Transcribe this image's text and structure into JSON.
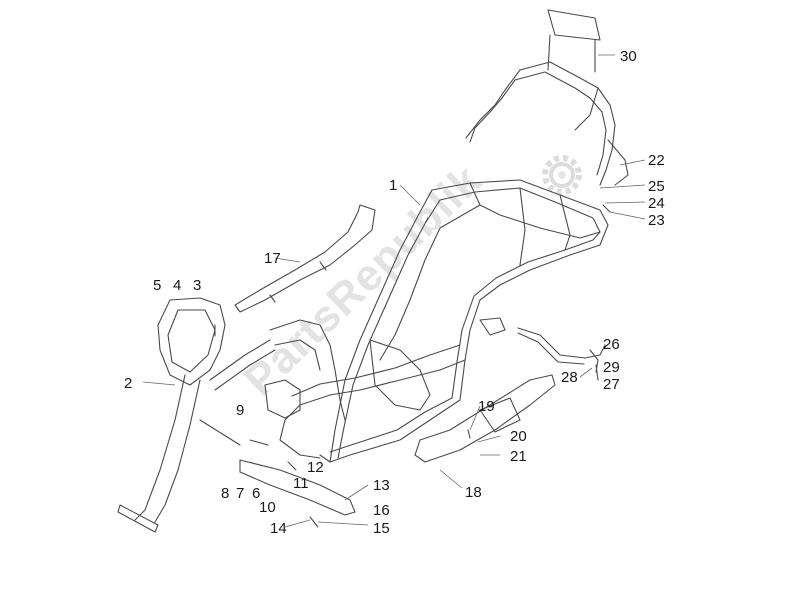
{
  "diagram": {
    "watermark": "PartsRepublik",
    "callouts": {
      "c1": "1",
      "c2": "2",
      "c3": "3",
      "c4": "4",
      "c5": "5",
      "c6": "6",
      "c7": "7",
      "c8": "8",
      "c9": "9",
      "c10": "10",
      "c11": "11",
      "c12": "12",
      "c13": "13",
      "c14": "14",
      "c15": "15",
      "c16": "16",
      "c17": "17",
      "c18": "18",
      "c19": "19",
      "c20": "20",
      "c21": "21",
      "c22": "22",
      "c23": "23",
      "c24": "24",
      "c25": "25",
      "c26": "26",
      "c27": "27",
      "c28": "28",
      "c29": "29",
      "c30": "30"
    }
  }
}
